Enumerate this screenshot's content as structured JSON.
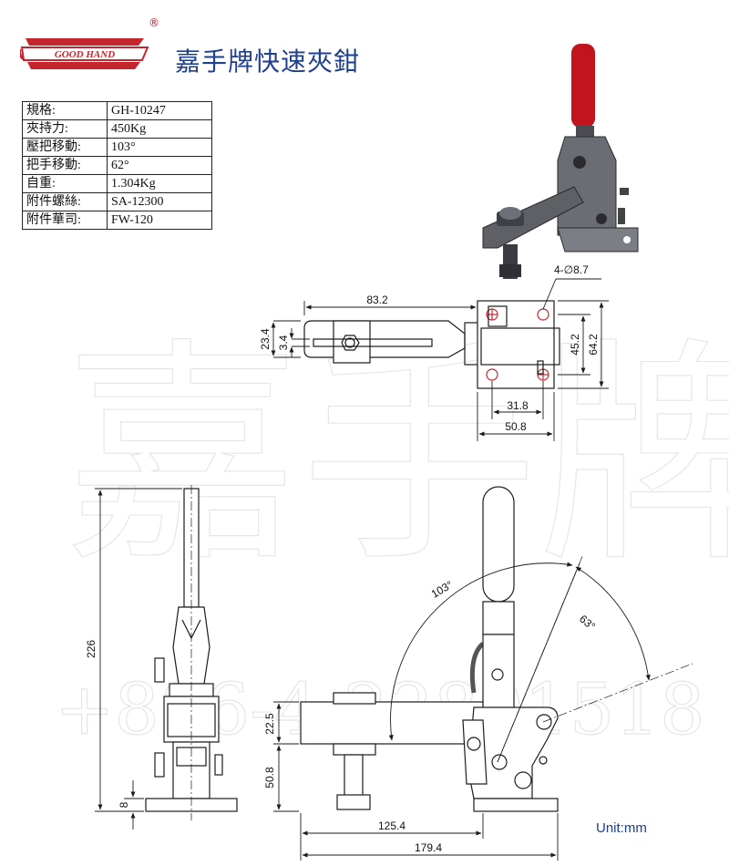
{
  "brand": {
    "logo_text": "GOOD HAND",
    "registered_mark": "®",
    "title": "嘉手牌快速夾鉗"
  },
  "spec_table": [
    {
      "label": "規格:",
      "value": "GH-10247"
    },
    {
      "label": "夾持力:",
      "value": "450Kg"
    },
    {
      "label": "壓把移動:",
      "value": "103°"
    },
    {
      "label": "把手移動:",
      "value": "62°"
    },
    {
      "label": "自重:",
      "value": "1.304Kg"
    },
    {
      "label": "附件螺絲:",
      "value": "SA-12300"
    },
    {
      "label": "附件華司:",
      "value": "FW-120"
    }
  ],
  "watermark": {
    "chars": "嘉手牌",
    "phone": "+886-4-22801518"
  },
  "dimensions": {
    "hole": "4-∅8.7",
    "arm_length": "83.2",
    "arm_width": "23.4",
    "arm_slot": "3.4",
    "base_hole_y": "45.2",
    "base_height": "64.2",
    "base_hole_x": "31.8",
    "base_width": "50.8",
    "handle_angle": "103°",
    "lever_angle": "63°",
    "total_height": "226",
    "base_thickness": "8",
    "arm_height": "22.5",
    "pivot_height": "50.8",
    "reach": "125.4",
    "overall_length": "179.4"
  },
  "unit_label": "Unit:mm",
  "colors": {
    "brand_red": "#c4262e",
    "title_blue": "#1f3f8f",
    "handle_red": "#c2141d",
    "body_gray": "#5e6066",
    "dimension_line": "#1c1c1c"
  }
}
